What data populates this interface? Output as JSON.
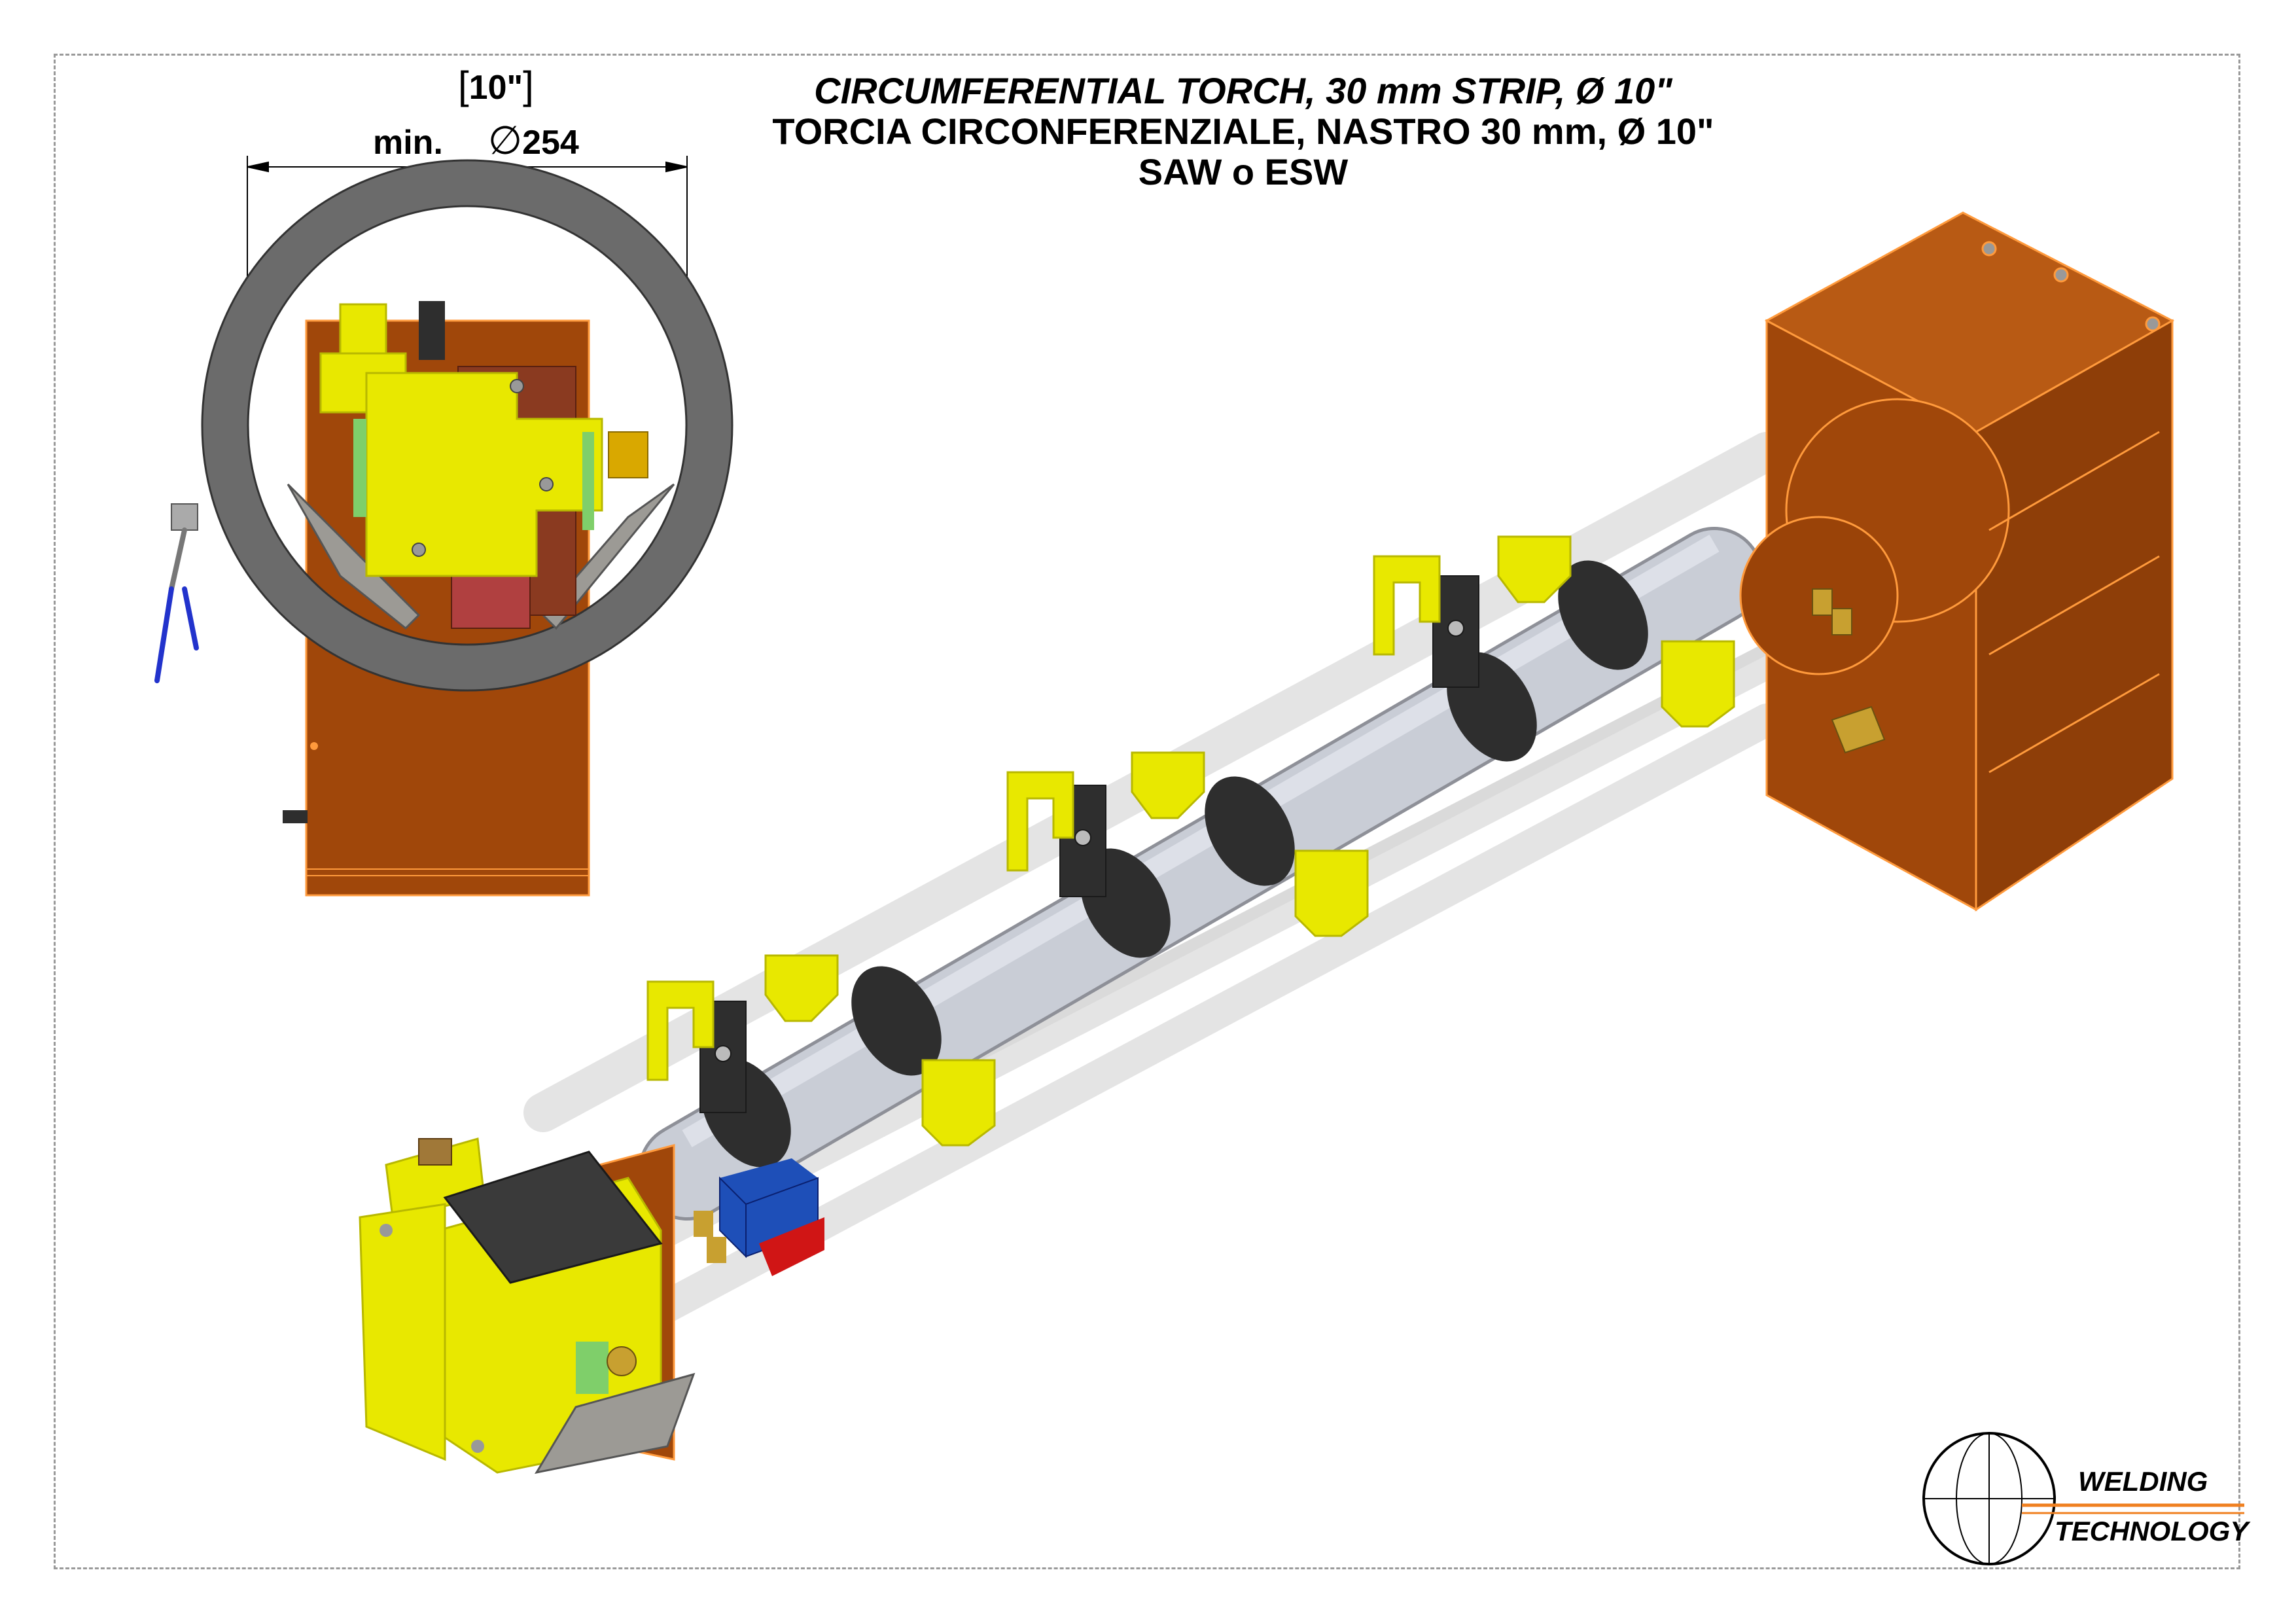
{
  "title": {
    "line1": "CIRCUMFERENTIAL TORCH, 30 mm STRIP, Ø 10\"",
    "line2": "TORCIA CIRCONFERENZIALE, NASTRO 30 mm, Ø 10\"",
    "line3": "SAW o ESW"
  },
  "dimension": {
    "inch": "10\"",
    "prefix": "min.",
    "diameter_symbol": "∅",
    "value_mm": "254"
  },
  "logo": {
    "line1": "WELDING",
    "line2": "TECHNOLOGY"
  },
  "colors": {
    "orange": "#A0470A",
    "orange_line": "#FF9A3C",
    "yellow": "#E8E800",
    "yellow_line": "#B8B800",
    "gray_ring": "#6B6B6B",
    "black_part": "#2E2E2E",
    "tube": "#C9CDD6",
    "light_tube": "#E4E4E4",
    "blue": "#1E4FB8",
    "red": "#D01515",
    "green": "#7FCF6A",
    "brown": "#8A3A20",
    "handle_blue": "#2233CC"
  }
}
